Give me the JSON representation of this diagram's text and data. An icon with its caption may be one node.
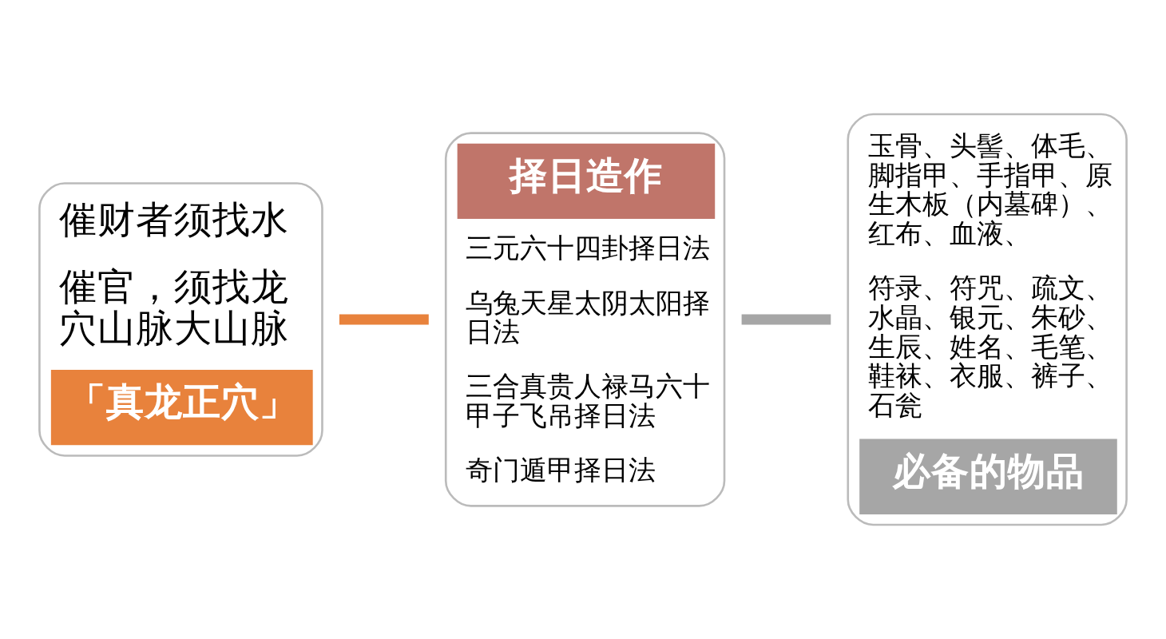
{
  "diagram": {
    "nodes": [
      {
        "text": [
          "催财者须找水",
          "催官，须找龙穴山脉大山脉",
          "「真龙正穴」"
        ]
      },
      {
        "text": [
          "择日造作",
          "三元六十四卦择日法",
          "乌兔天星太阴太阳择日法",
          "三合真贵人禄马六十甲子飞吊择日法",
          "奇门遁甲择日法"
        ]
      },
      {
        "text": [
          "玉骨、头髻、体毛、脚指甲、手指甲、原生木板（内墓碑）、红布、血液、",
          "符录、符咒、疏文、水晶、银元、朱砂、生辰、姓名、毛笔、鞋袜、衣服、裤子、石瓮",
          "必备的物品"
        ]
      }
    ],
    "edges": [
      {
        "from": 0,
        "to": 1,
        "arrow": "none",
        "color": "#e8823c"
      },
      {
        "from": 1,
        "to": 2,
        "arrow": "none",
        "color": "#a6a6a6"
      }
    ]
  }
}
